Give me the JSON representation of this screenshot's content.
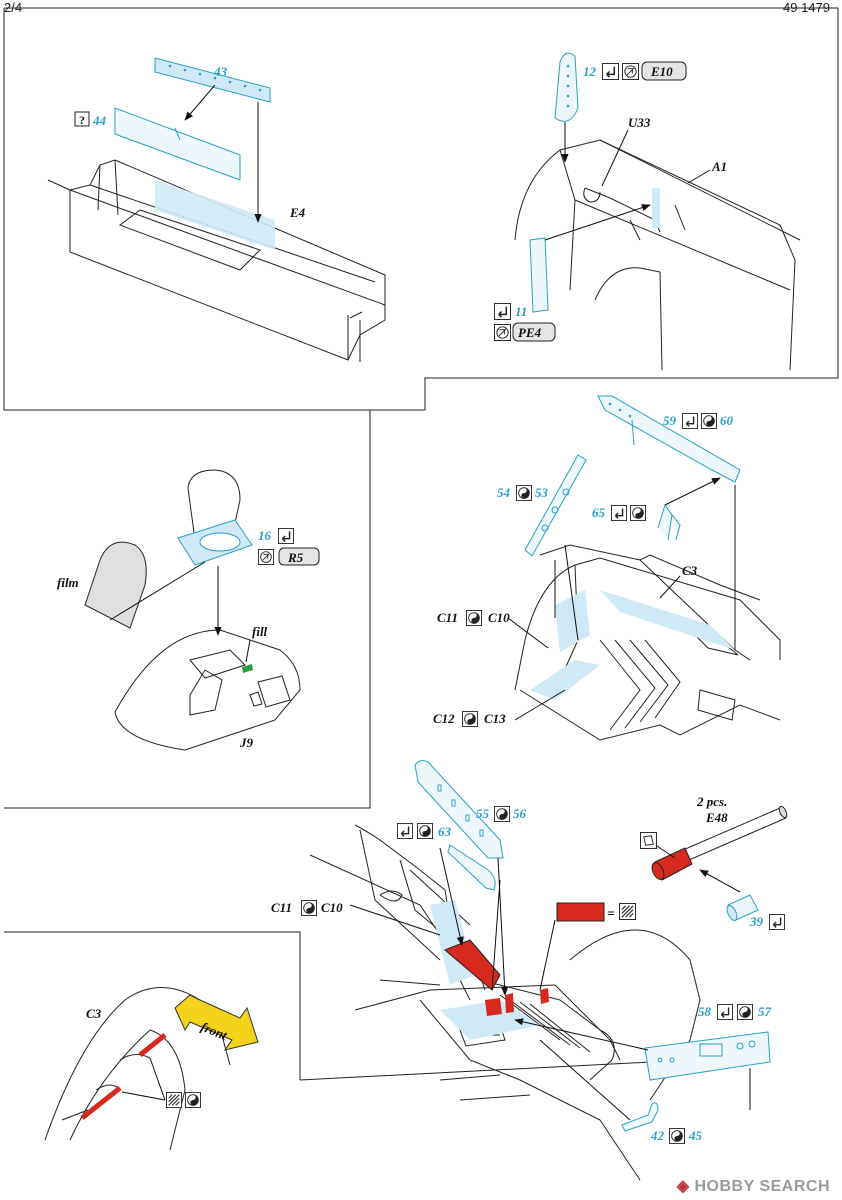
{
  "header": {
    "page": "2/4",
    "code": "49 1479"
  },
  "watermark": {
    "logo": "◈",
    "text": "HOBBY SEARCH"
  },
  "colors": {
    "etch": "#2aa0c8",
    "etchFill": "#cfeaf6",
    "red": "#d8291f",
    "green": "#2aa040",
    "line": "#222222"
  },
  "panel_a": {
    "parts": {
      "p43": "43",
      "p44": "44",
      "q": "?",
      "e4": "E4"
    }
  },
  "panel_b": {
    "parts": {
      "p12": "12",
      "e10": "E10",
      "u33": "U33",
      "a1": "A1",
      "p11": "11",
      "pe4": "PE4"
    }
  },
  "panel_c": {
    "parts": {
      "p16": "16",
      "r5": "R5",
      "film": "film",
      "fill": "fill",
      "j9": "J9"
    }
  },
  "panel_d": {
    "parts": {
      "p59": "59",
      "p60": "60",
      "p54": "54",
      "p53": "53",
      "p65": "65",
      "c3": "C3",
      "c11": "C11",
      "c10": "C10",
      "c12": "C12",
      "c13": "C13"
    }
  },
  "panel_e": {
    "parts": {
      "c3": "C3",
      "front": "front"
    }
  },
  "panel_f": {
    "parts": {
      "p55": "55",
      "p56": "56",
      "p63": "63",
      "c11": "C11",
      "c10": "C10",
      "two_pcs": "2 pcs.",
      "e48": "E48",
      "p39": "39",
      "p58": "58",
      "p57": "57",
      "p42": "42",
      "p45": "45",
      "equals": "="
    }
  }
}
